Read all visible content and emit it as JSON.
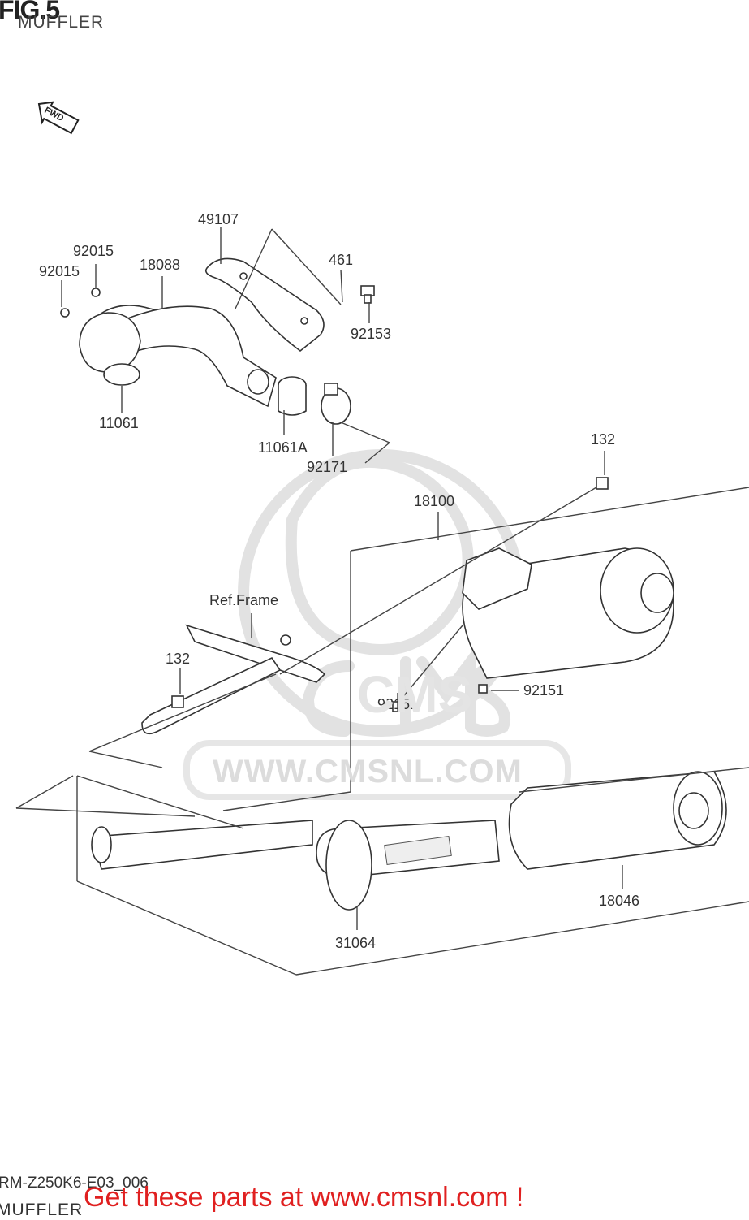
{
  "figure": {
    "title": "FIG.5",
    "subtitle": "MUFFLER"
  },
  "direction_indicator": {
    "text": "FWD",
    "icon": "arrow-left-icon"
  },
  "part_labels": {
    "p49107": "49107",
    "p92015_a": "92015",
    "p92015_b": "92015",
    "p18088": "18088",
    "p461": "461",
    "p92153": "92153",
    "p11061": "11061",
    "p11061A": "11061A",
    "p92171": "92171",
    "p132_a": "132",
    "p18100": "18100",
    "ref_frame": "Ref.Frame",
    "p132_b": "132",
    "p92151_a": "92151",
    "p92151_b": "92151",
    "p18046": "18046",
    "p31064": "31064"
  },
  "watermark": {
    "text": "WWW.CMSNL.COM",
    "logo": "CMS"
  },
  "footer": {
    "code": "RM-Z250K6-E03_006",
    "subtitle": "MUFFLER",
    "cta": "Get these parts at www.cmsnl.com !"
  },
  "colors": {
    "cta": "#e02020",
    "line": "#444444",
    "watermark": "#dcdcdc"
  }
}
